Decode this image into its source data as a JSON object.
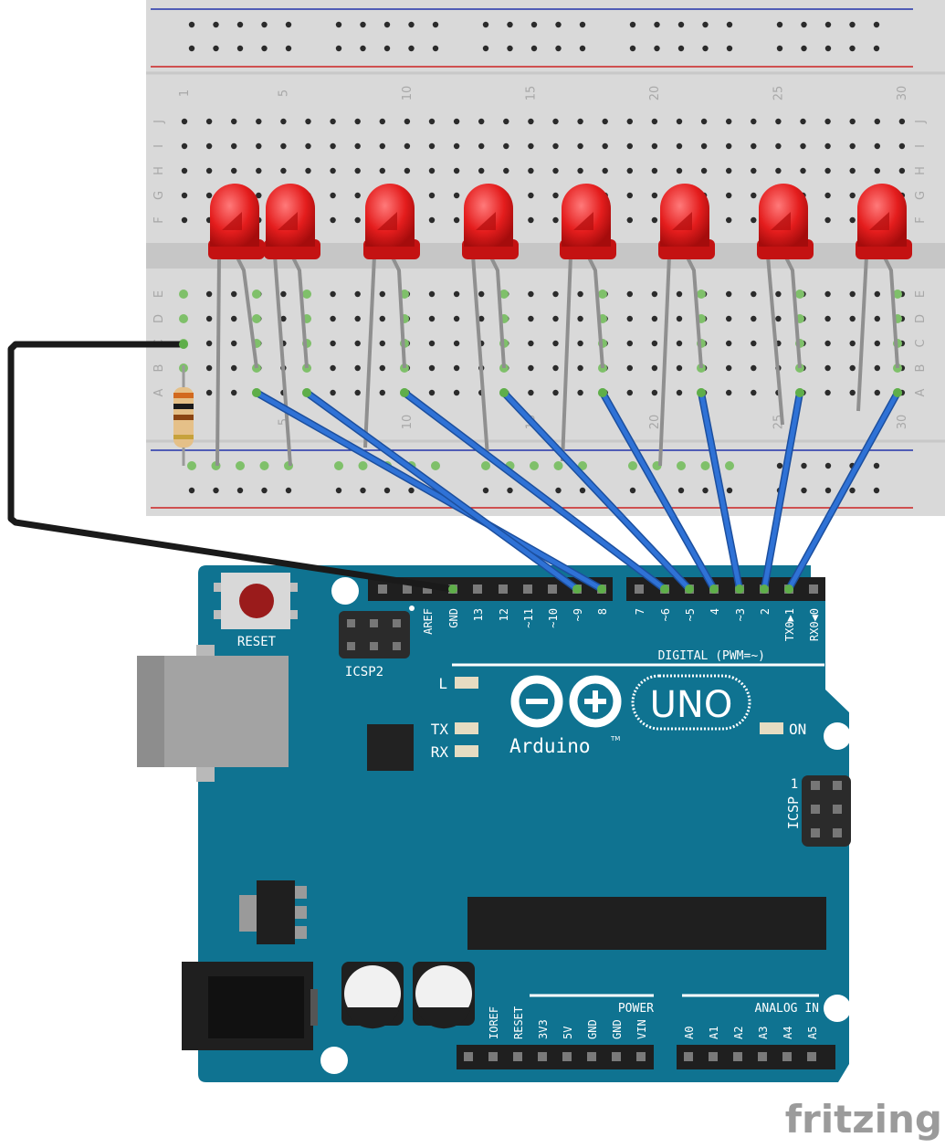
{
  "breadboard": {
    "column_numbers": [
      "1",
      "5",
      "10",
      "15",
      "20",
      "25",
      "30"
    ],
    "top_row_letters": [
      "J",
      "I",
      "H",
      "G",
      "F"
    ],
    "bottom_row_letters": [
      "E",
      "D",
      "C",
      "B",
      "A"
    ]
  },
  "arduino": {
    "reset_label": "RESET",
    "icsp2_label": "ICSP2",
    "icsp_label": "ICSP",
    "icsp_pin1": "1",
    "digital_pins": [
      "AREF",
      "GND",
      "13",
      "12",
      "~11",
      "~10",
      "~9",
      "8",
      "7",
      "~6",
      "~5",
      "4",
      "~3",
      "2",
      "TX0▶1",
      "RX0◀0"
    ],
    "digital_label": "DIGITAL (PWM=~)",
    "led_l": "L",
    "led_tx": "TX",
    "led_rx": "RX",
    "led_on": "ON",
    "brand": "Arduino",
    "tm": "TM",
    "model": "UNO",
    "power_label": "POWER",
    "power_pins": [
      "IOREF",
      "RESET",
      "3V3",
      "5V",
      "GND",
      "GND",
      "VIN"
    ],
    "analog_label": "ANALOG IN",
    "analog_pins": [
      "A0",
      "A1",
      "A2",
      "A3",
      "A4",
      "A5"
    ]
  },
  "watermark": "fritzing",
  "colors": {
    "board": "#0f7391",
    "breadboard": "#d9d9d9",
    "led": "#e01818",
    "jumper": "#2a6bd1",
    "wire": "#1a1a1a",
    "rail_red": "#d22",
    "rail_blue": "#22a"
  }
}
